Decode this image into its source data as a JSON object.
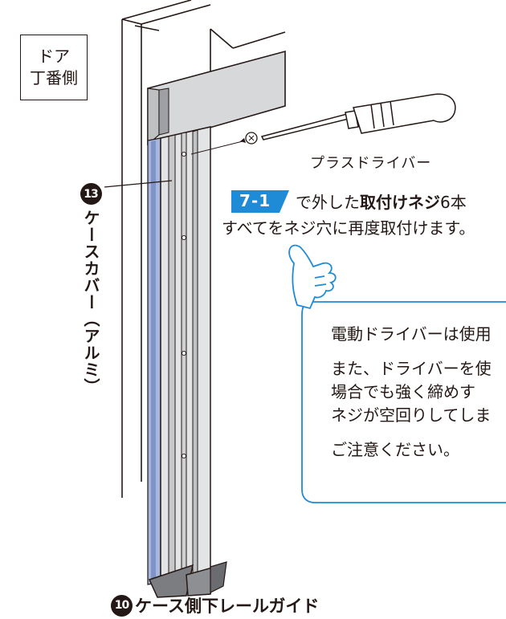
{
  "door_label": {
    "line1": "ドア",
    "line2": "丁番側"
  },
  "case_cover": {
    "number": "13",
    "text": "ケースカバー（アルミ）"
  },
  "rail_guide": {
    "number": "10",
    "text": "ケース側下レールガイド"
  },
  "screwdriver_label": "プラスドライバー",
  "step": {
    "badge": "7-1",
    "line1_pre": "で外した",
    "line1_bold": "取付けネジ",
    "line1_post": "6本",
    "line2": "すべてをネジ穴に再度取付けます。"
  },
  "caution": {
    "line1": "電動ドライバーは使用",
    "line2": "また、ドライバーを使",
    "line3": "場合でも強く締めす",
    "line4": "ネジが空回りしてしま",
    "line5": "ご注意ください。"
  },
  "colors": {
    "accent_blue": "#1f8ad6",
    "line": "#231815",
    "metal": "#cfd0d2",
    "cover_blue": "#a7b6dc"
  }
}
